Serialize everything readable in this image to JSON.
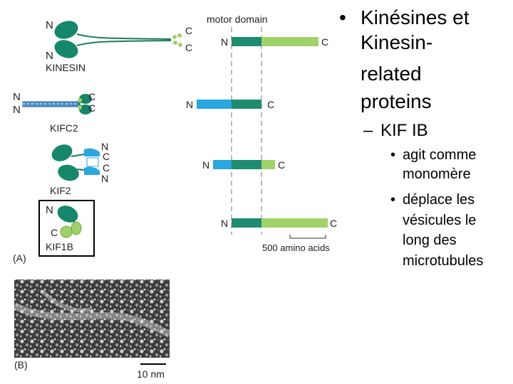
{
  "diagram": {
    "panel_a_label": "(A)",
    "panel_b_label": "(B)",
    "motor_domain_label": "motor domain",
    "scale_a_label": "500 amino acids",
    "scale_b_label": "10 nm",
    "proteins": [
      {
        "name": "KINESIN",
        "n_label": "N",
        "c_label": "C"
      },
      {
        "name": "KIFC2",
        "n_label": "N",
        "c_label": "C"
      },
      {
        "name": "KIF2",
        "n_label": "N",
        "c_label": "C"
      },
      {
        "name": "KIF1B",
        "n_label": "N",
        "c_label": "C"
      }
    ],
    "bars": [
      {
        "n_label": "N",
        "c_label": "C"
      },
      {
        "n_label": "N",
        "c_label": "C"
      },
      {
        "n_label": "N",
        "c_label": "C"
      },
      {
        "n_label": "N",
        "c_label": "C"
      }
    ],
    "colors": {
      "motor": "#1e8c6e",
      "head": "#16876a",
      "tail": "#9fd36a",
      "neck_blue": "#29a7de",
      "coil_blue": "#4c8fc8",
      "highlight_box": "#000000"
    }
  },
  "text": {
    "bullet_1": "•",
    "line_1a": "Kinésines et",
    "line_1b": "Kinesin-",
    "line_1c": "related",
    "line_1d": "proteins",
    "dash": "–",
    "line_2": "KIF IB",
    "bullet_2": "•",
    "line_3a": "agit comme",
    "line_3b": "monomère",
    "bullet_3": "•",
    "line_4a": "déplace les",
    "line_4b": "vésicules le",
    "line_4c": "long des",
    "line_4d": "microtubules"
  }
}
